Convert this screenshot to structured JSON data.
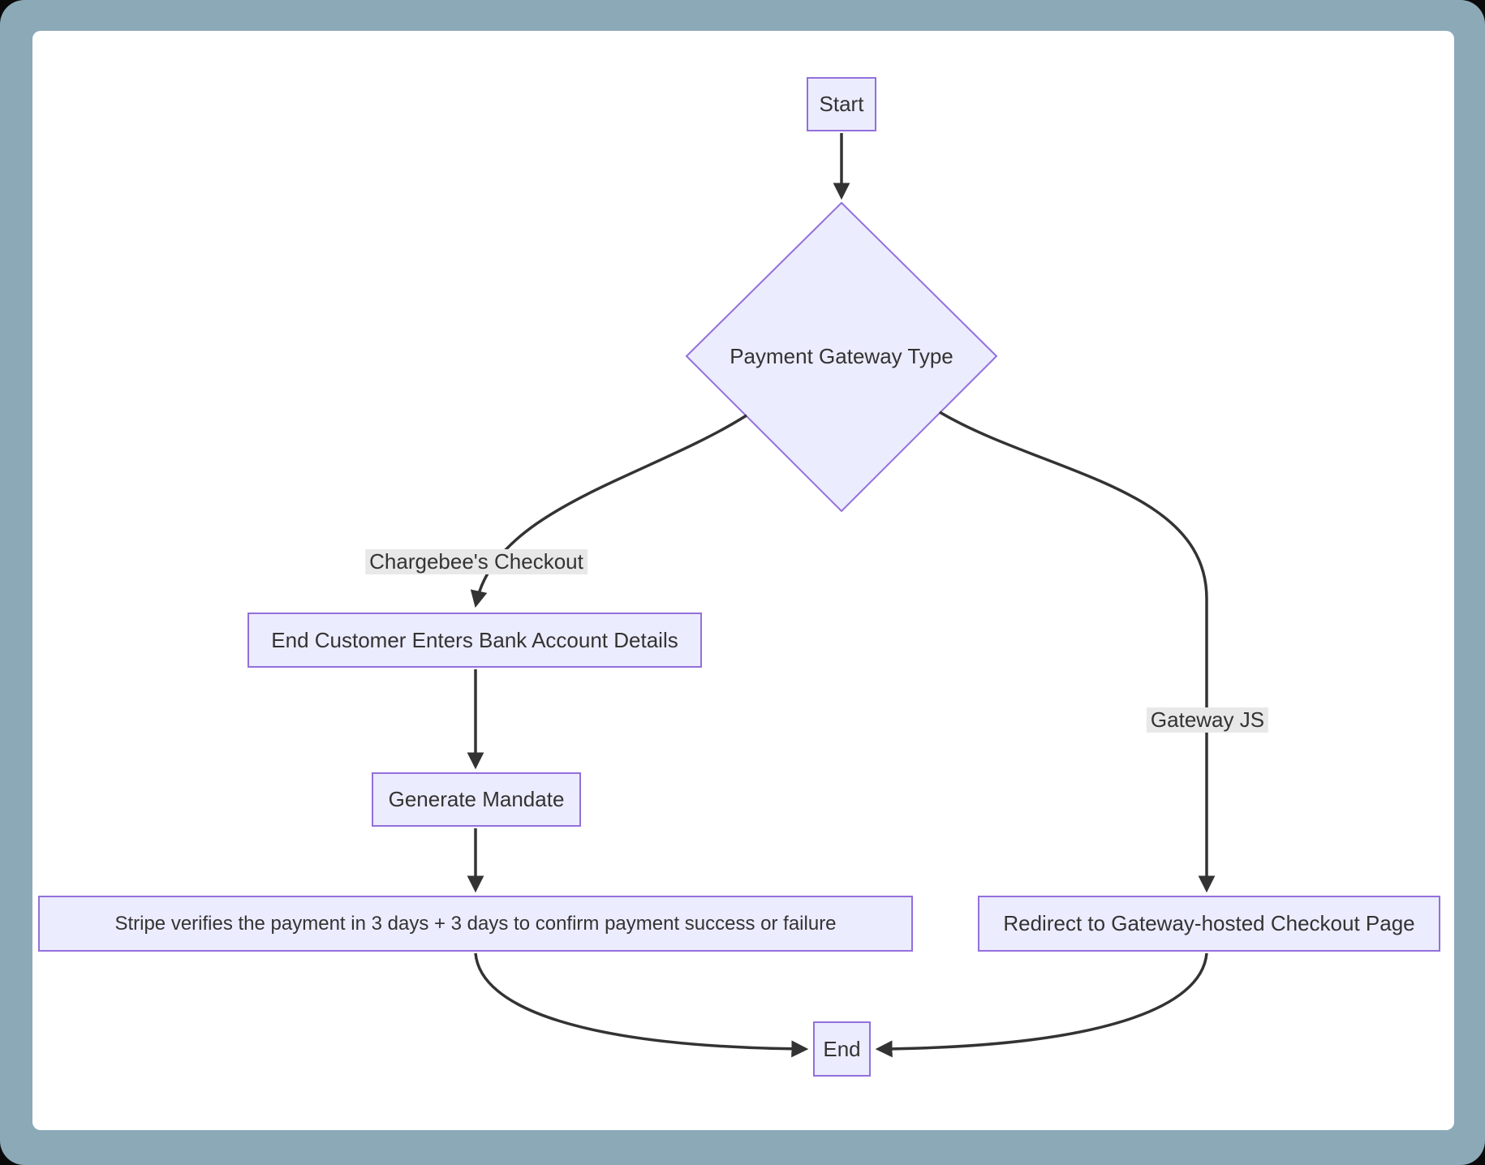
{
  "diagram": {
    "type": "flowchart",
    "nodes": {
      "start": "Start",
      "gateway_type": "Payment Gateway Type",
      "enter_bank": "End Customer Enters Bank Account Details",
      "generate_mandate": "Generate Mandate",
      "stripe_verifies": "Stripe verifies the payment in 3 days + 3 days to confirm payment success or failure",
      "redirect": "Redirect to Gateway-hosted Checkout Page",
      "end": "End"
    },
    "edges": [
      {
        "from": "start",
        "to": "gateway_type",
        "label": ""
      },
      {
        "from": "gateway_type",
        "to": "enter_bank",
        "label": "Chargebee's Checkout"
      },
      {
        "from": "enter_bank",
        "to": "generate_mandate",
        "label": ""
      },
      {
        "from": "generate_mandate",
        "to": "stripe_verifies",
        "label": ""
      },
      {
        "from": "stripe_verifies",
        "to": "end",
        "label": ""
      },
      {
        "from": "gateway_type",
        "to": "redirect",
        "label": "Gateway JS"
      },
      {
        "from": "redirect",
        "to": "end",
        "label": ""
      }
    ],
    "colors": {
      "node_fill": "#ECECFF",
      "node_border": "#9370DB",
      "edge": "#333333",
      "text": "#333333",
      "edge_label_bg": "#E8E8E8",
      "canvas_bg": "#FFFFFF",
      "frame_bg": "#8CA9B8"
    }
  }
}
